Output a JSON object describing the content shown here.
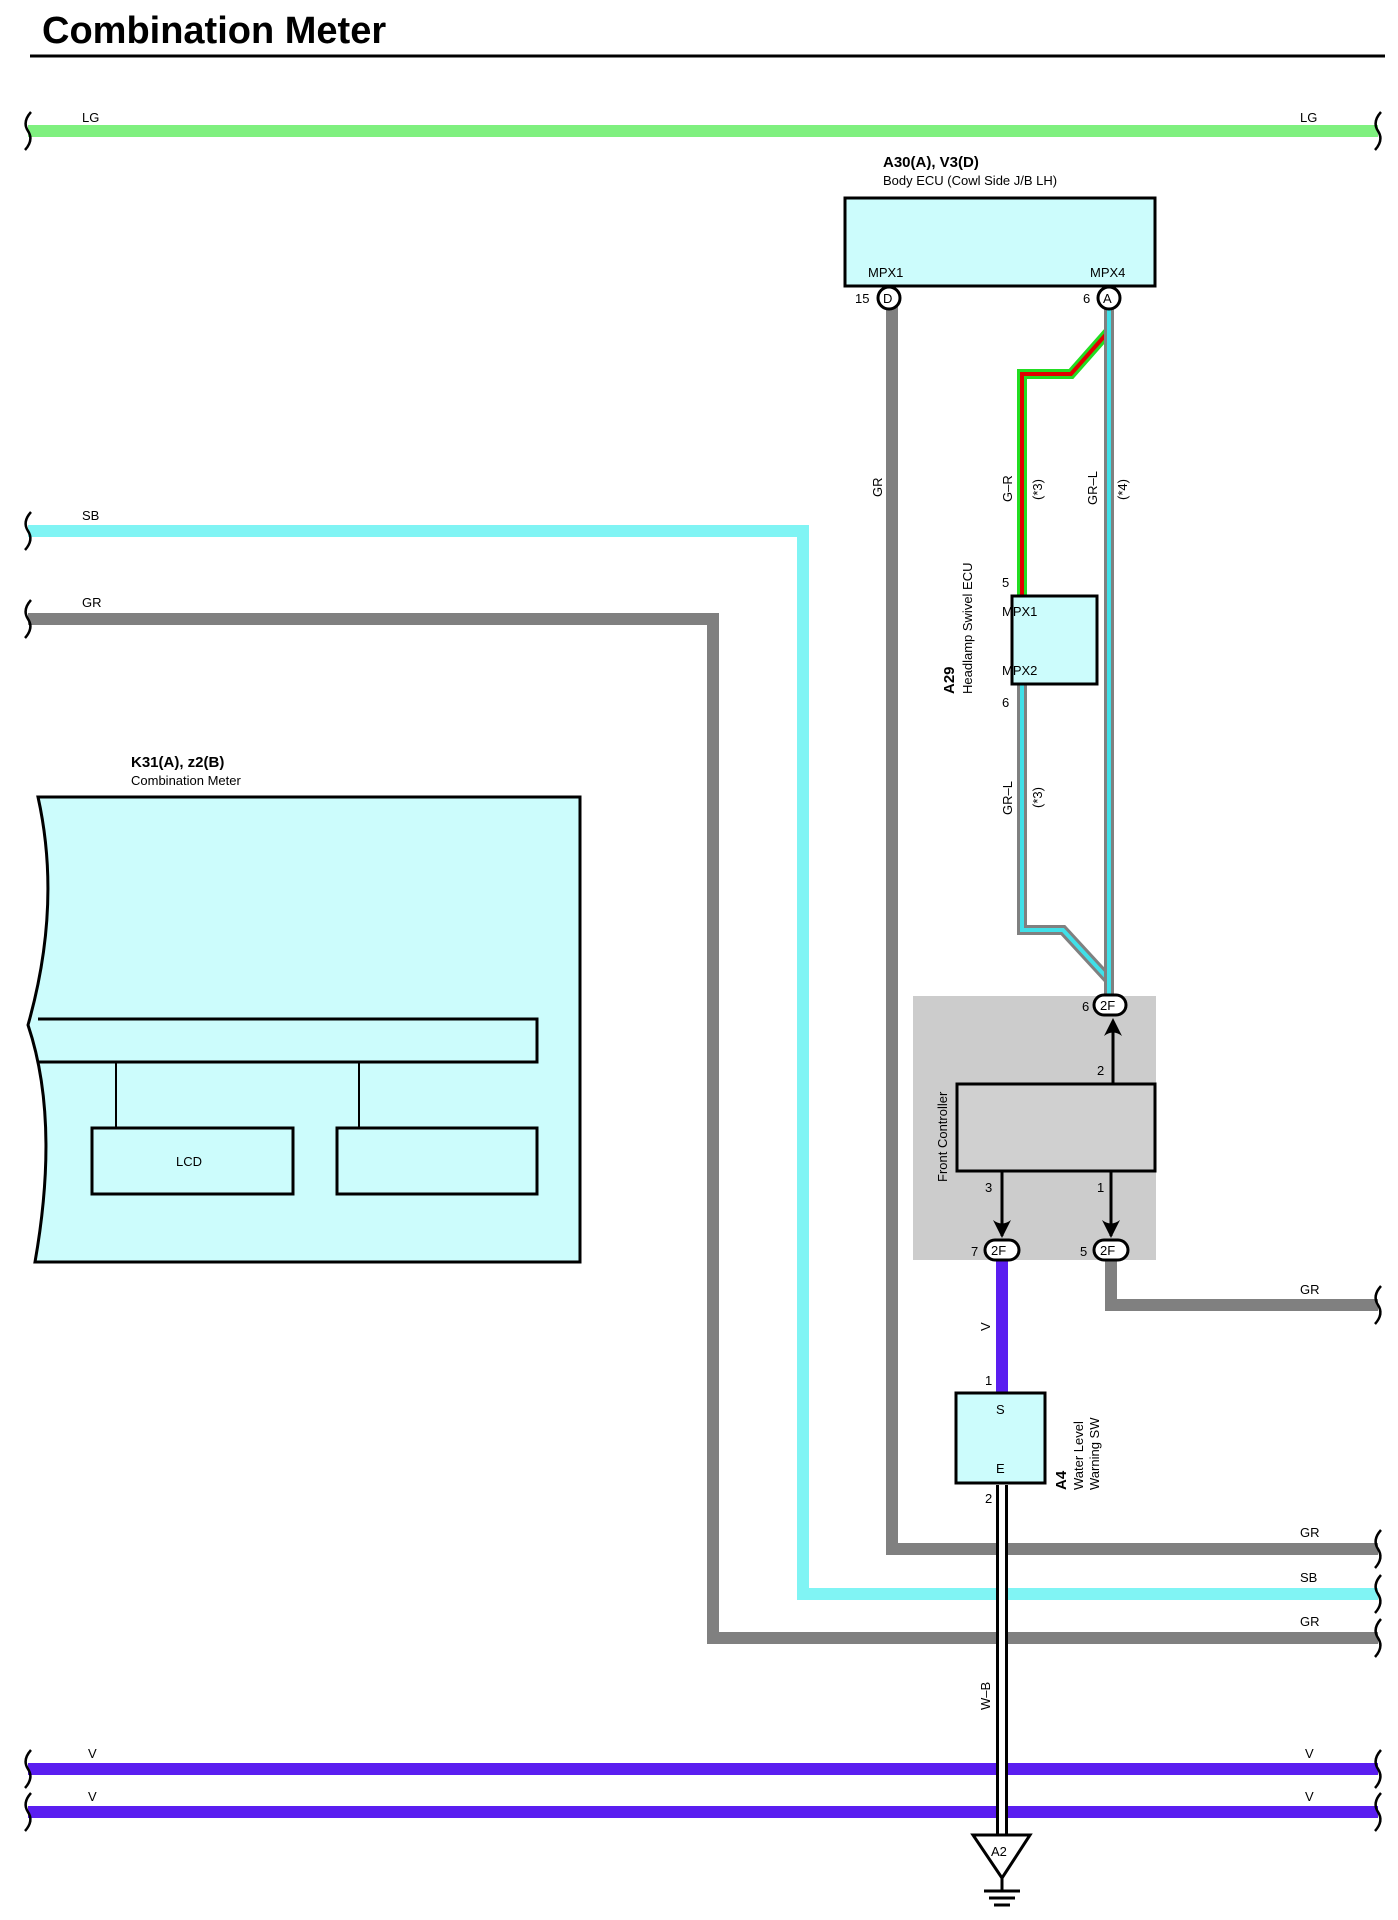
{
  "page": {
    "title": "Combination Meter"
  },
  "colors": {
    "LG": "#7ff07f",
    "SB": "#80f4f4",
    "GR": "#808080",
    "V": "#5a1ef0",
    "red": "#e00000",
    "green": "#22dd22",
    "cyan": "#40e0e8",
    "box": "#ccfcfc",
    "controller_bg": "#cccccc",
    "controller_box": "#d0d0d0"
  },
  "wires": {
    "lg": "LG",
    "sb": "SB",
    "gr": "GR",
    "v": "V",
    "wb": "W–B",
    "gr_r": "G–R",
    "gr_l": "GR–L",
    "star3": "(*3)",
    "star4": "(*4)"
  },
  "body_ecu": {
    "code": "A30(A), V3(D)",
    "name": "Body ECU (Cowl Side J/B LH)",
    "pin_left": "MPX1",
    "pin_right": "MPX4",
    "pin_left_num": "15",
    "pin_left_conn": "D",
    "pin_right_num": "6",
    "pin_right_conn": "A"
  },
  "headlamp_ecu": {
    "code": "A29",
    "name": "Headlamp Swivel ECU",
    "pin_top": "MPX1",
    "pin_bottom": "MPX2",
    "pin_top_num": "5",
    "pin_bottom_num": "6"
  },
  "combination_meter": {
    "code": "K31(A), z2(B)",
    "name": "Combination Meter",
    "lcd": "LCD"
  },
  "front_controller": {
    "name": "Front Controller",
    "conn": "2F",
    "pin_top_outer": "6",
    "pin_top_inner": "2",
    "pin_left_inner": "3",
    "pin_right_inner": "1",
    "pin_left_outer": "7",
    "pin_right_outer": "5"
  },
  "water_sw": {
    "code": "A4",
    "name_line1": "Water Level",
    "name_line2": "Warning SW",
    "pin_s": "S",
    "pin_e": "E",
    "pin_s_num": "1",
    "pin_e_num": "2"
  },
  "ground": {
    "label": "A2"
  }
}
